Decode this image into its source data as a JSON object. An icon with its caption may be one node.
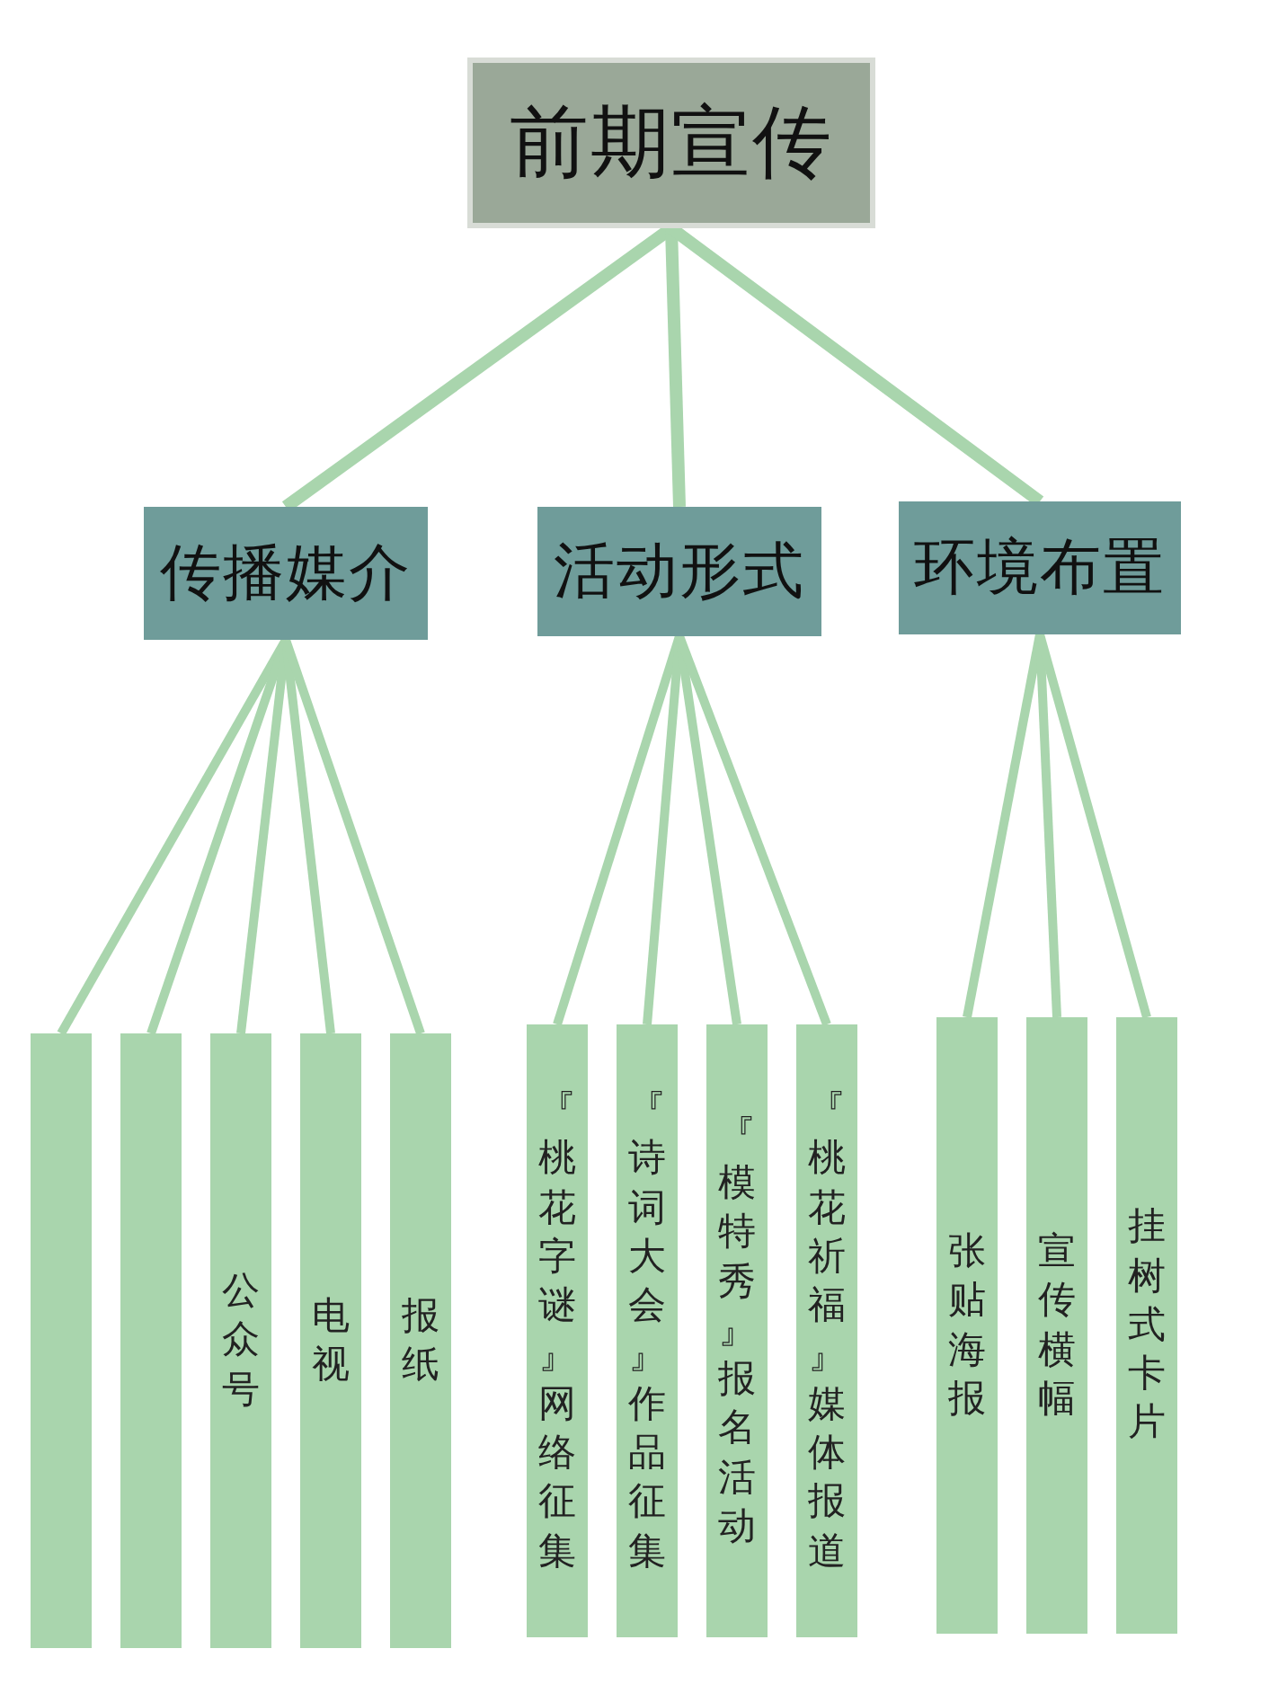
{
  "diagram": {
    "nodes": [
      {
        "text": [
          "前期宣传"
        ]
      },
      {
        "text": [
          "传播媒介"
        ]
      },
      {
        "text": [
          "活动形式"
        ]
      },
      {
        "text": [
          "环境布置"
        ]
      },
      {
        "text": [],
        "shape": "bar"
      },
      {
        "text": [],
        "shape": "bar"
      },
      {
        "text": [
          "公众号"
        ]
      },
      {
        "text": [
          "电视"
        ]
      },
      {
        "text": [
          "报纸"
        ]
      },
      {
        "text": [
          "『桃花字谜』网络征集"
        ]
      },
      {
        "text": [
          "『诗词大会』作品征集"
        ]
      },
      {
        "text": [
          "『模特秀』报名活动"
        ]
      },
      {
        "text": [
          "『桃花祈福』媒体报道"
        ]
      },
      {
        "text": [
          "张贴海报"
        ]
      },
      {
        "text": [
          "宣传横幅"
        ]
      },
      {
        "text": [
          "挂树式卡片"
        ]
      }
    ],
    "edges": [
      {
        "from": 0,
        "to": 1,
        "arrow": "none"
      },
      {
        "from": 0,
        "to": 2,
        "arrow": "none"
      },
      {
        "from": 0,
        "to": 3,
        "arrow": "none"
      },
      {
        "from": 1,
        "to": 4,
        "arrow": "none"
      },
      {
        "from": 1,
        "to": 5,
        "arrow": "none"
      },
      {
        "from": 1,
        "to": 6,
        "arrow": "none"
      },
      {
        "from": 1,
        "to": 7,
        "arrow": "none"
      },
      {
        "from": 1,
        "to": 8,
        "arrow": "none"
      },
      {
        "from": 2,
        "to": 9,
        "arrow": "none"
      },
      {
        "from": 2,
        "to": 10,
        "arrow": "none"
      },
      {
        "from": 2,
        "to": 11,
        "arrow": "none"
      },
      {
        "from": 2,
        "to": 12,
        "arrow": "none"
      },
      {
        "from": 3,
        "to": 13,
        "arrow": "none"
      },
      {
        "from": 3,
        "to": 14,
        "arrow": "none"
      },
      {
        "from": 3,
        "to": 15,
        "arrow": "none"
      }
    ]
  }
}
